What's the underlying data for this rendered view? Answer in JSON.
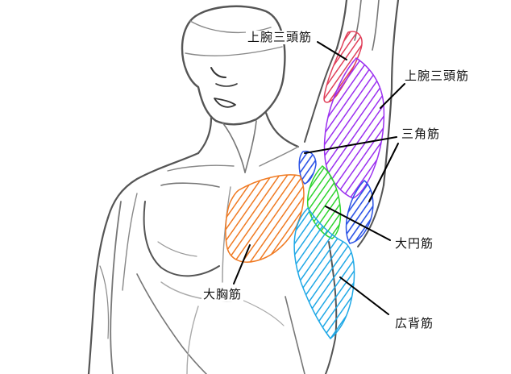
{
  "labels": {
    "triceps_long_head": "上腕三頭筋",
    "triceps_outer": "上腕三頭筋",
    "deltoid": "三角筋",
    "teres_major": "大円筋",
    "pectoralis_major": "大胸筋",
    "latissimus_dorsi": "広背筋"
  },
  "colors": {
    "sketch": "#3a3a3a",
    "sketch_light": "#8a8a8a",
    "red": "#e0405a",
    "purple": "#9b30f0",
    "blue": "#2a52e6",
    "green": "#2fd42f",
    "orange": "#f07a22",
    "cyan": "#1fa8e6",
    "leader": "#000000"
  }
}
